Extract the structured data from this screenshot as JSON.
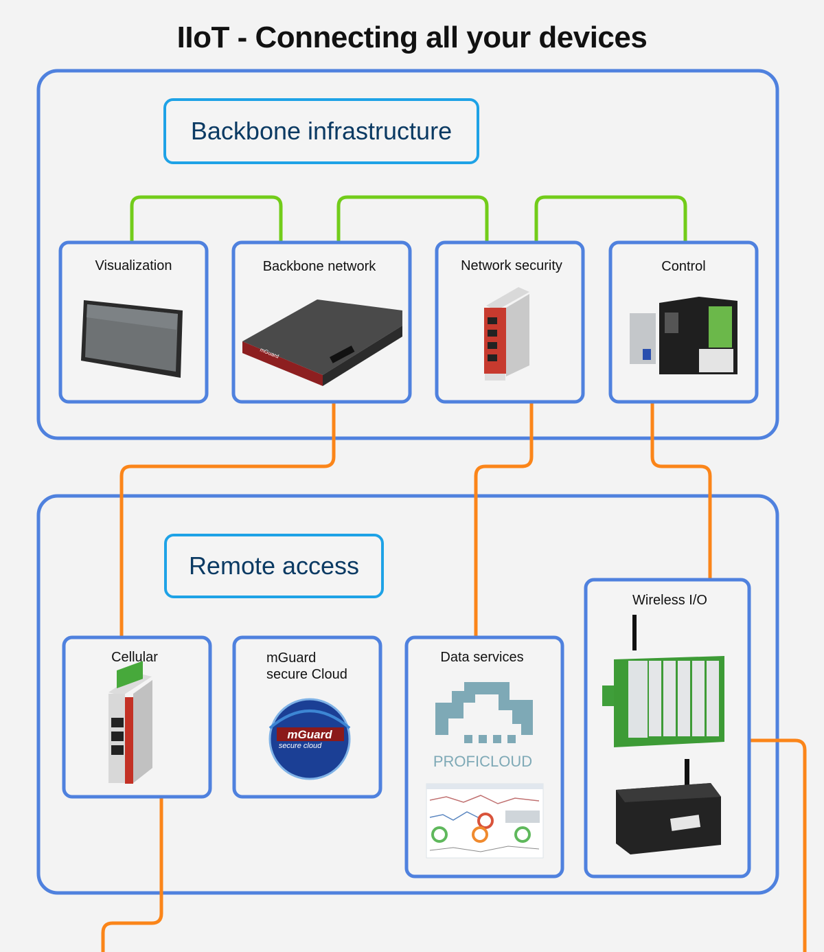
{
  "title": "IIoT - Connecting all your devices",
  "sections": {
    "backbone": "Backbone infrastructure",
    "remote": "Remote access"
  },
  "nodes": {
    "visualization": "Visualization",
    "backbone_network": "Backbone network",
    "network_security": "Network security",
    "control": "Control",
    "cellular": "Cellular",
    "mguard_cloud_line1": "mGuard",
    "mguard_cloud_line2": "secure Cloud",
    "data_services": "Data services",
    "wireless_io": "Wireless I/O"
  },
  "logos": {
    "mguard": "mGuard",
    "mguard_sub": "secure cloud",
    "proficloud": "PROFICLOUD"
  },
  "colors": {
    "container_border": "#4f81de",
    "label_border": "#1ea2e6",
    "label_text": "#0b3a63",
    "green_connector": "#72cc1a",
    "orange_connector": "#fb8519",
    "background": "#f3f3f3"
  }
}
